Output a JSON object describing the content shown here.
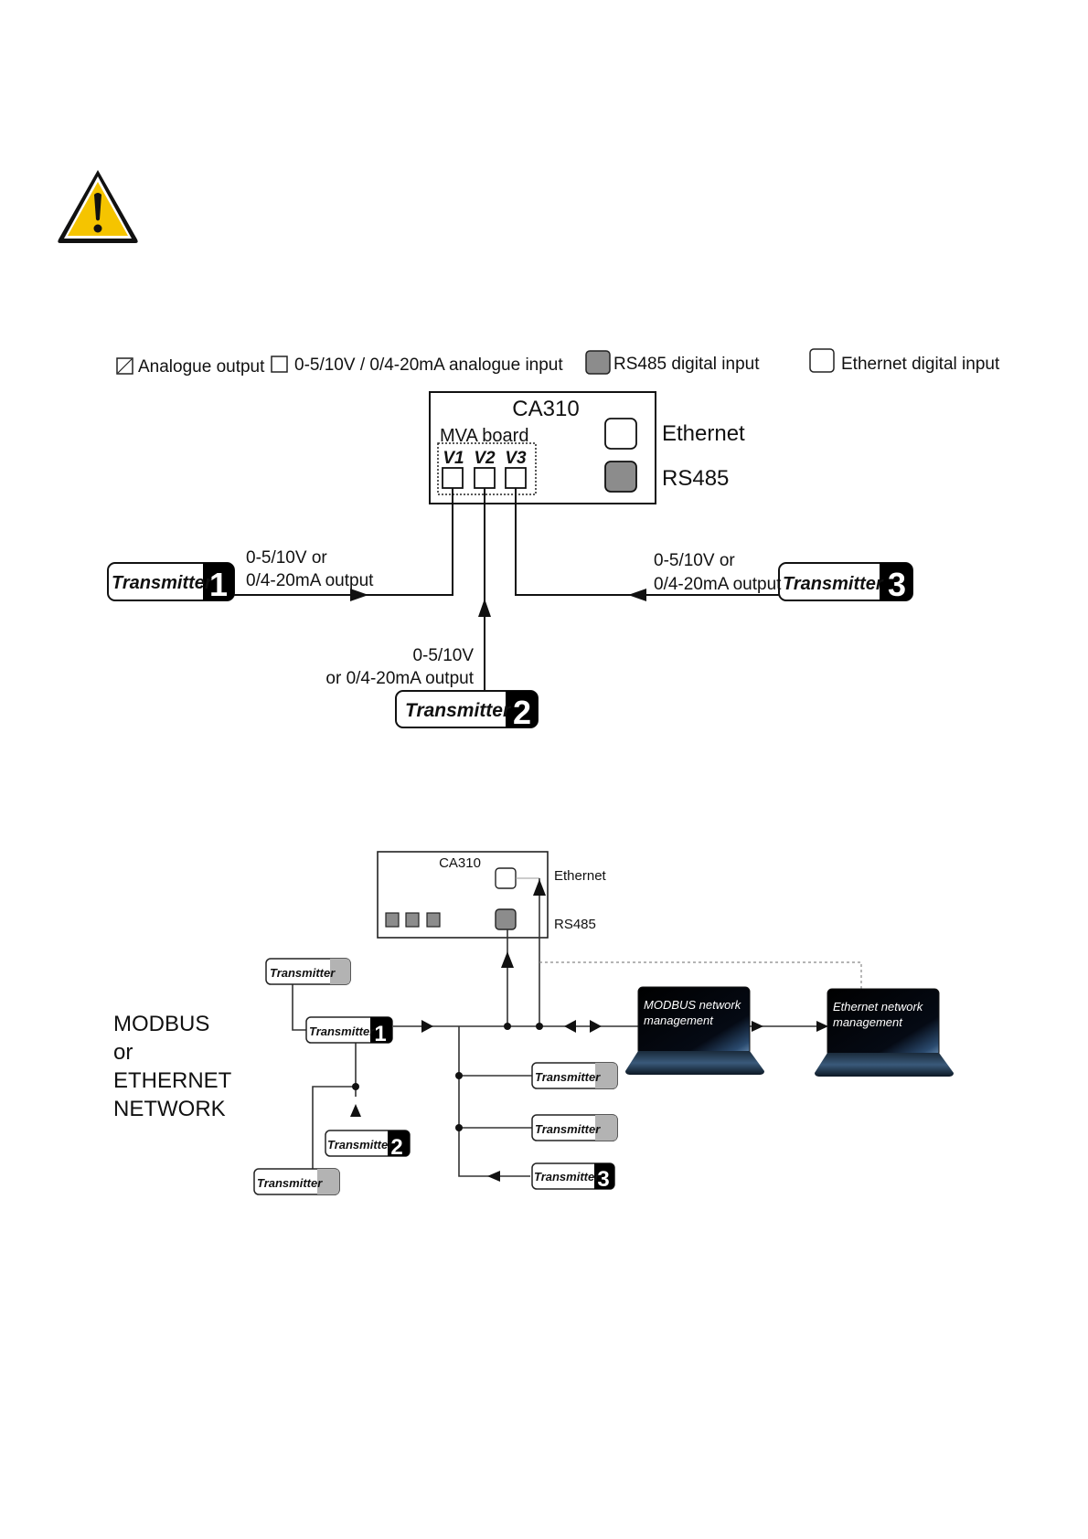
{
  "warning": {
    "icon": "warning-triangle-icon"
  },
  "diagram1": {
    "legend": [
      {
        "icon": "analogue-output-icon",
        "label": "Analogue output"
      },
      {
        "icon": "analogue-input-icon",
        "label": "0-5/10V / 0/4-20mA analogue input"
      },
      {
        "icon": "rs485-input-icon",
        "label": "RS485 digital input"
      },
      {
        "icon": "ethernet-input-icon",
        "label": "Ethernet digital input"
      }
    ],
    "device": {
      "title": "CA310",
      "board_label": "MVA board",
      "inputs": [
        "V1",
        "V2",
        "V3"
      ],
      "ports": [
        "Ethernet",
        "RS485"
      ]
    },
    "transmitters": [
      {
        "label": "Transmitter",
        "number": "1",
        "signal_line1": "0-5/10V or",
        "signal_line2": "0/4-20mA output"
      },
      {
        "label": "Transmitter",
        "number": "2",
        "signal_line1": "0-5/10V",
        "signal_line2": "or 0/4-20mA output"
      },
      {
        "label": "Transmitter",
        "number": "3",
        "signal_line1": "0-5/10V or",
        "signal_line2": "0/4-20mA output"
      }
    ],
    "colors": {
      "rs485": "#8c8c8c",
      "ethernet": "#ffffff",
      "badge": "#000000"
    }
  },
  "diagram2": {
    "network_label": [
      "MODBUS",
      "or",
      "ETHERNET",
      "NETWORK"
    ],
    "device": {
      "title": "CA310",
      "ports": [
        "Ethernet",
        "RS485"
      ]
    },
    "transmitters": [
      {
        "label": "Transmitter",
        "number": ""
      },
      {
        "label": "Transmitter",
        "number": "1"
      },
      {
        "label": "Transmitter",
        "number": "2"
      },
      {
        "label": "Transmitter",
        "number": ""
      },
      {
        "label": "Transmitter",
        "number": ""
      },
      {
        "label": "Transmitter",
        "number": ""
      },
      {
        "label": "Transmitter",
        "number": "3"
      }
    ],
    "laptops": [
      {
        "line1": "MODBUS network",
        "line2": "management"
      },
      {
        "line1": "Ethernet network",
        "line2": "management"
      }
    ],
    "colors": {
      "grey_tab": "#b3b3b3",
      "module": "#8c8c8c"
    }
  }
}
